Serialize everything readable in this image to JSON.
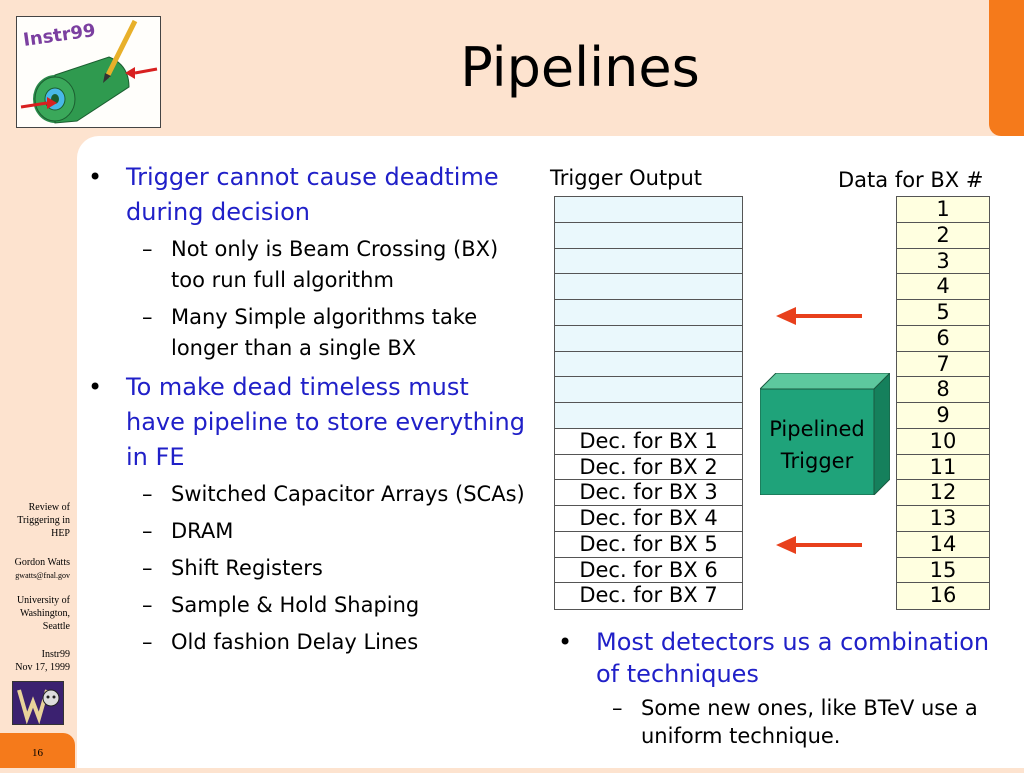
{
  "slide": {
    "title": "Pipelines",
    "logo_text": "Instr99",
    "bullets": [
      {
        "text": "Trigger cannot cause deadtime during decision",
        "subs": [
          "Not only is Beam Crossing (BX) too run full algorithm",
          "Many Simple algorithms take longer than a single BX"
        ]
      },
      {
        "text": "To make dead timeless must have pipeline to store everything in FE",
        "subs": [
          "Switched Capacitor Arrays (SCAs)",
          "DRAM",
          "Shift Registers",
          "Sample & Hold Shaping",
          "Old fashion Delay Lines"
        ]
      }
    ],
    "diagram": {
      "trigger_output_label": "Trigger Output",
      "data_label": "Data for BX #",
      "trigger_cells": [
        "",
        "",
        "",
        "",
        "",
        "",
        "",
        "",
        "",
        "Dec. for BX 1",
        "Dec. for BX 2",
        "Dec. for BX 3",
        "Dec. for BX 4",
        "Dec. for BX 5",
        "Dec. for BX 6",
        "Dec. for BX 7"
      ],
      "data_cells": [
        "1",
        "2",
        "3",
        "4",
        "5",
        "6",
        "7",
        "8",
        "9",
        "10",
        "11",
        "12",
        "13",
        "14",
        "15",
        "16"
      ],
      "pipelined_trigger_line1": "Pipelined",
      "pipelined_trigger_line2": "Trigger"
    },
    "bottom_bullet": {
      "text": "Most detectors us a combination of techniques",
      "sub": "Some new ones, like BTeV use a uniform technique."
    }
  },
  "sidebar": {
    "review_title": "Review of Triggering in HEP",
    "author": "Gordon Watts",
    "email": "gwatts@fnal.gov",
    "affiliation": "University of Washington, Seattle",
    "conference": "Instr99",
    "date": "Nov 17, 1999",
    "page_number": "16"
  },
  "colors": {
    "accent_orange": "#f57a1b",
    "background_peach": "#fde3cf",
    "bullet_blue": "#2020c8",
    "trigger_box_green": "#1fa37a",
    "arrow_red": "#e8401c"
  }
}
